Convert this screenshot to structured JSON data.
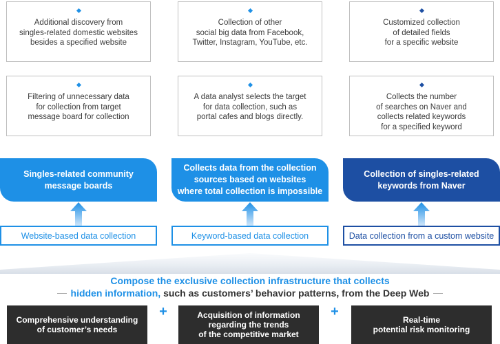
{
  "top_cards": [
    {
      "text": "Additional discovery from\nsingles-related domestic websites\nbesides a specified website",
      "diamond_color": "#1e90e6"
    },
    {
      "text": "Collection of other\nsocial big data from Facebook,\nTwitter, Instagram, YouTube, etc.",
      "diamond_color": "#1e90e6"
    },
    {
      "text": "Customized collection\nof detailed fields\nfor a specific website",
      "diamond_color": "#1d4fa3"
    }
  ],
  "middle_cards": [
    {
      "text": "Filtering of unnecessary data\nfor collection from target\nmessage board for collection",
      "diamond_color": "#1e90e6"
    },
    {
      "text": "A data analyst selects the target\nfor data collection, such as\nportal cafes and blogs directly.",
      "diamond_color": "#1e90e6"
    },
    {
      "text": "Collects the number\nof searches on Naver and\ncollects related keywords\nfor a specified keyword",
      "diamond_color": "#1d4fa3"
    }
  ],
  "sources": [
    {
      "label": "Singles-related community\nmessage boards",
      "color": "#1e90e6"
    },
    {
      "label": "Collects data from the collection\nsources based on websites\nwhere total collection is impossible",
      "color": "#1e90e6"
    },
    {
      "label": "Collection of singles-related\nkeywords from Naver",
      "color": "#1d4fa3"
    }
  ],
  "methods": [
    {
      "label": "Website-based data collection",
      "color": "#1e90e6"
    },
    {
      "label": "Keyword-based data collection",
      "color": "#1e90e6"
    },
    {
      "label": "Data collection from a custom website",
      "color": "#1d4fa3"
    }
  ],
  "headline": {
    "line1": "Compose the exclusive collection infrastructure that collects",
    "line2_accent": "hidden information,",
    "line2_rest": "such as customers’ behavior patterns, from the Deep Web"
  },
  "outcomes": [
    {
      "label": "Comprehensive understanding\nof customer’s needs"
    },
    {
      "label": "Acquisition of information\nregarding the trends\nof the competitive market"
    },
    {
      "label": "Real-time\npotential risk monitoring"
    }
  ],
  "plus_symbol": "+",
  "colors": {
    "accent_blue": "#1e90e6",
    "dark_blue": "#1d4fa3",
    "outcome_bg": "#2d2d2d",
    "card_border": "#bfbfbf"
  }
}
